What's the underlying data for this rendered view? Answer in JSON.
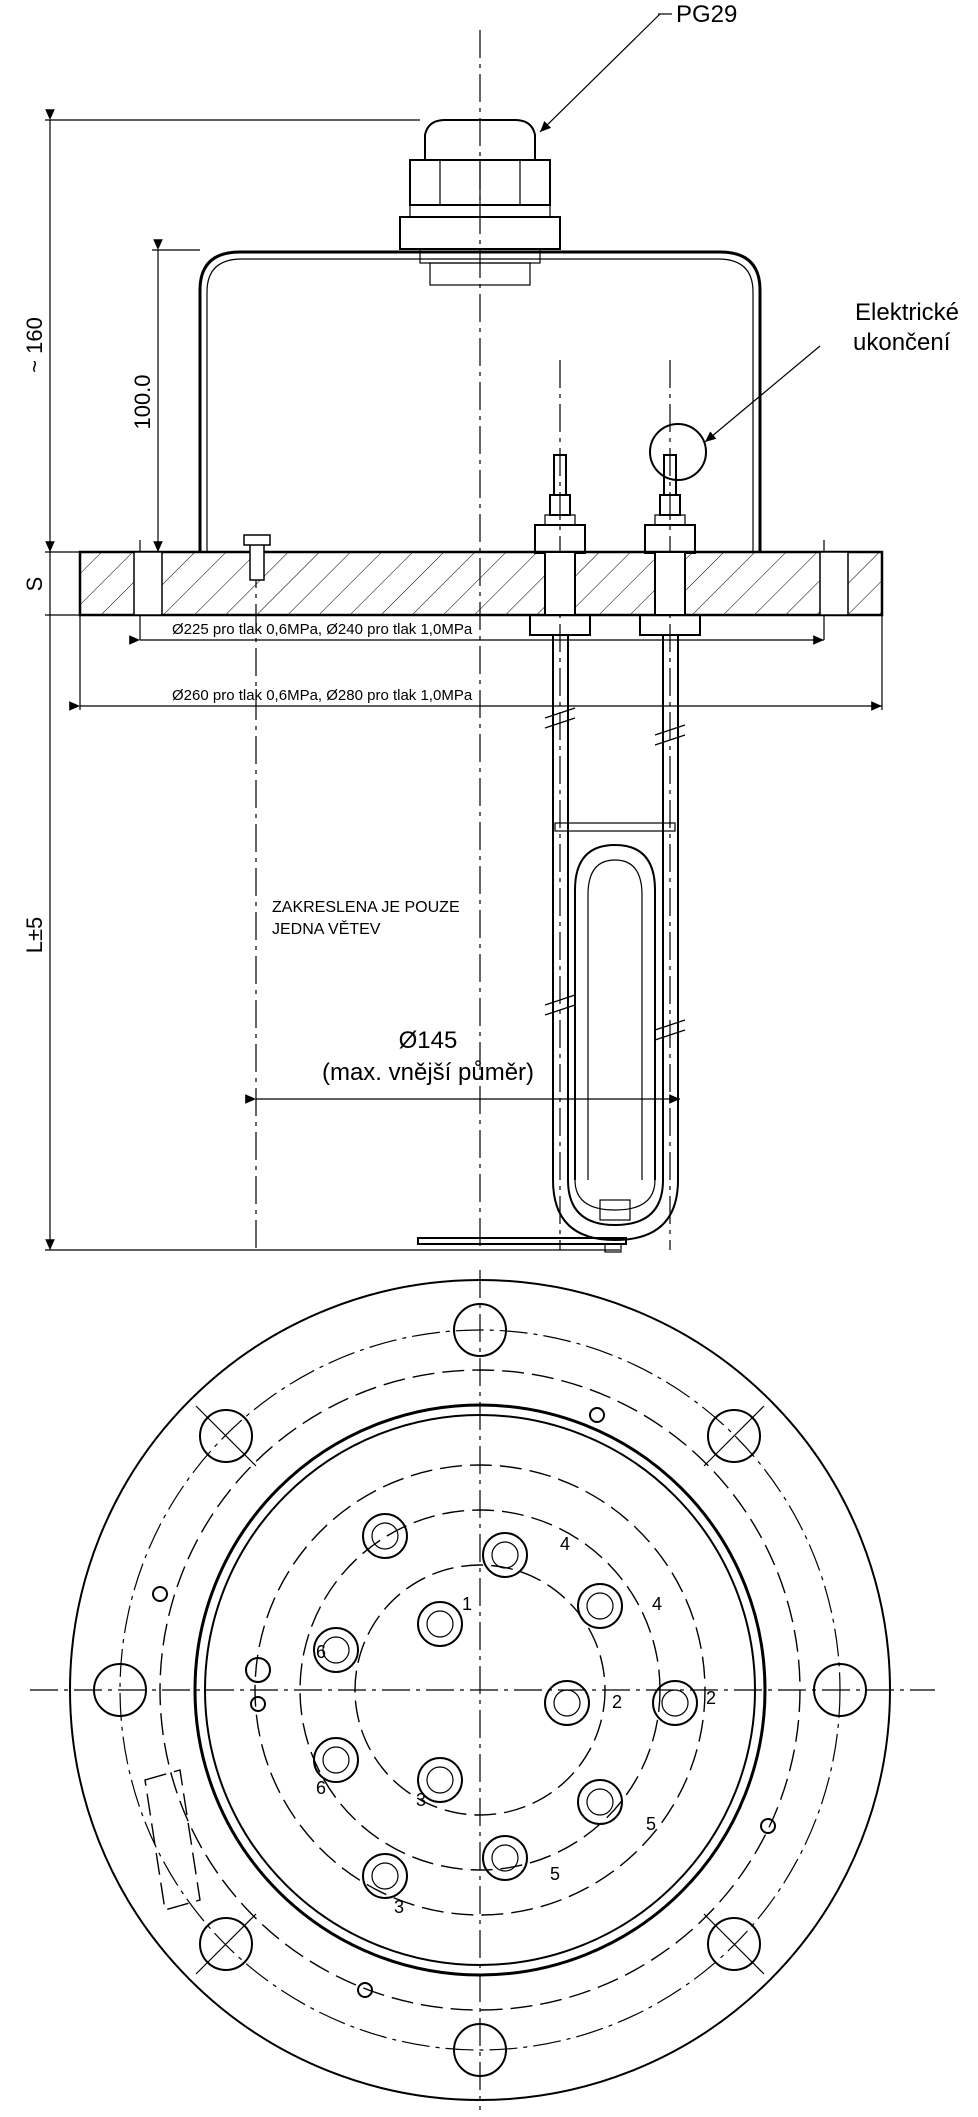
{
  "labels": {
    "cable_gland": "PG29",
    "electrical_termination_line1": "Elektrické",
    "electrical_termination_line2": "ukončení",
    "height_approx": "~ 160",
    "height_cover": "100.0",
    "flange_thickness": "S",
    "length": "L±5",
    "bolt_circle": "Ø225 pro tlak 0,6MPa, Ø240 pro tlak 1,0MPa",
    "flange_diameter": "Ø260 pro tlak 0,6MPa, Ø280 pro tlak 1,0MPa",
    "note_line1": "ZAKRESLENA JE POUZE",
    "note_line2": "JEDNA VĚTEV",
    "max_diameter": "Ø145",
    "max_diameter_note": "(max. vnější půměr)"
  },
  "terminals": [
    {
      "label": "4"
    },
    {
      "label": "4"
    },
    {
      "label": "1"
    },
    {
      "label": "6"
    },
    {
      "label": "2"
    },
    {
      "label": "2"
    },
    {
      "label": "6"
    },
    {
      "label": "3"
    },
    {
      "label": "5"
    },
    {
      "label": "3"
    },
    {
      "label": "5"
    }
  ],
  "colors": {
    "line": "#000000",
    "background": "#ffffff"
  }
}
